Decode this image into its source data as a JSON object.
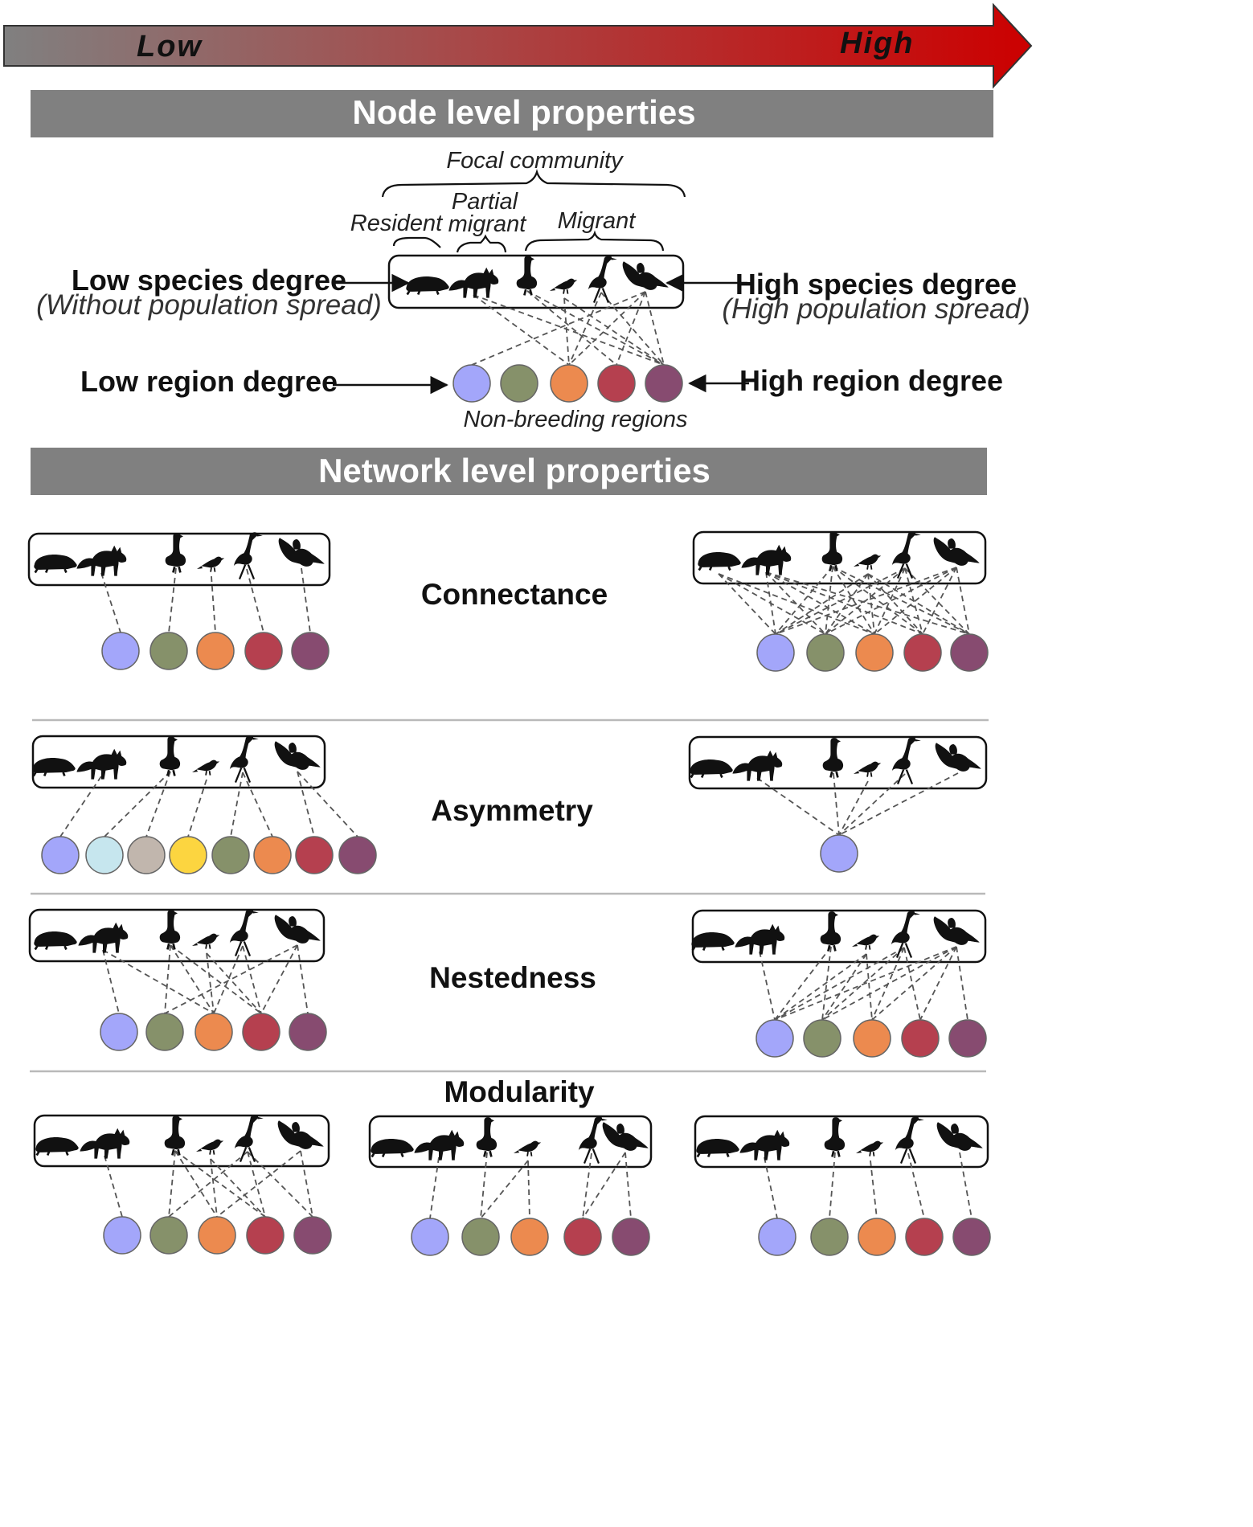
{
  "gradient": {
    "low": "Low",
    "high": "High",
    "color_low": "#808080",
    "color_high": "#cc0000"
  },
  "node_level": {
    "title": "Node level properties",
    "focal_community": "Focal community",
    "resident": "Resident",
    "partial_migrant_line1": "Partial",
    "partial_migrant_line2": "migrant",
    "migrant": "Migrant",
    "low_species_degree": "Low species degree",
    "low_species_degree_sub": "(Without population  spread)",
    "high_species_degree": "High species degree",
    "high_species_degree_sub": "(High population  spread)",
    "low_region_degree": "Low region degree",
    "high_region_degree": "High region degree",
    "non_breeding_regions": "Non-breeding regions"
  },
  "network_level": {
    "title": "Network level properties",
    "connectance": "Connectance",
    "asymmetry": "Asymmetry",
    "nestedness": "Nestedness",
    "modularity": "Modularity"
  },
  "species_icons": [
    "mole-icon",
    "fox-icon",
    "goose-icon",
    "small-bird-icon",
    "crane-icon",
    "raptor-icon"
  ],
  "region_colors": {
    "lavender": "#a3a6fa",
    "olive": "#86916a",
    "orange": "#ec8a4f",
    "crimson": "#b5404f",
    "plum": "#874b70",
    "light_blue": "#c6e6ee",
    "taupe": "#c1b6ad",
    "yellow": "#fcd540"
  }
}
